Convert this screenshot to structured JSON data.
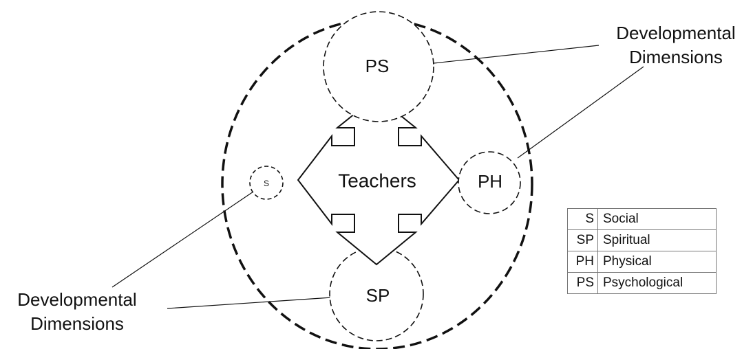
{
  "diagram": {
    "center_label": "Teachers",
    "nodes": {
      "ps": "PS",
      "s": "S",
      "ph": "PH",
      "sp": "SP"
    },
    "callouts": {
      "top_right": [
        "Developmental",
        "Dimensions"
      ],
      "bottom_left": [
        "Developmental",
        "Dimensions"
      ]
    }
  },
  "legend": [
    {
      "code": "S",
      "term": "Social"
    },
    {
      "code": "SP",
      "term": "Spiritual"
    },
    {
      "code": "PH",
      "term": "Physical"
    },
    {
      "code": "PS",
      "term": "Psychological"
    }
  ]
}
